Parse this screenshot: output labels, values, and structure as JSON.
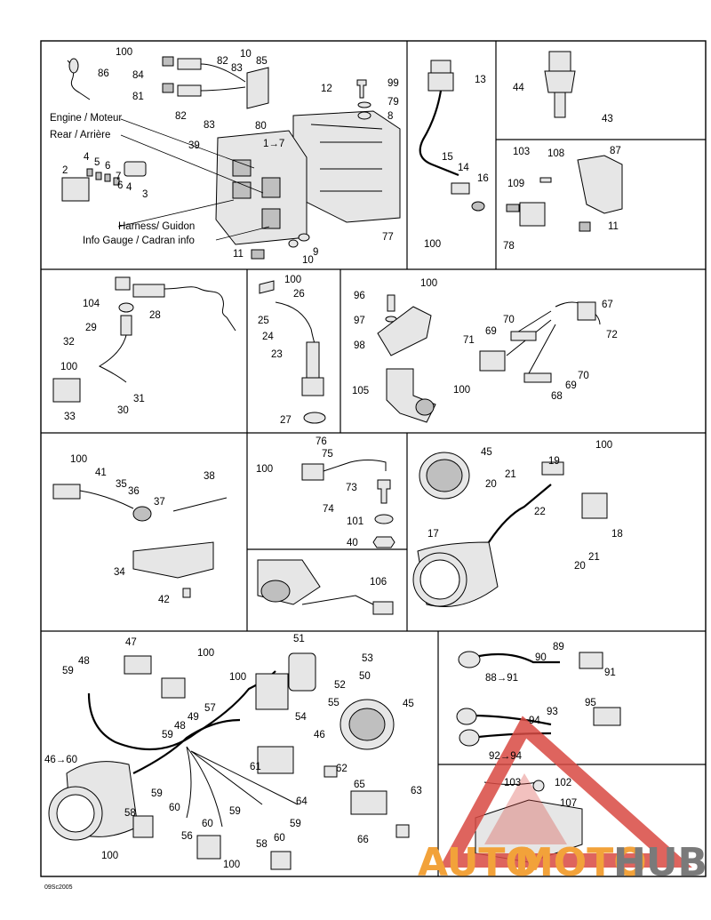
{
  "diagram_code": "09Sc2005",
  "watermark": {
    "part1": "AUTO",
    "part2": "MOTO",
    "part3": "HUB"
  },
  "labels": {
    "engine": "Engine / Moteur",
    "rear": "Rear / Arrière",
    "harness": "Harness/ Guidon",
    "info_gauge": "Info Gauge / Cadran info"
  },
  "sections": {
    "s1": {
      "callouts": [
        "100",
        "86",
        "84",
        "82",
        "83",
        "10",
        "85",
        "81",
        "82",
        "83",
        "80",
        "12",
        "99",
        "79",
        "8",
        "39",
        "1→7",
        "2",
        "4",
        "5",
        "6",
        "7",
        "6",
        "4",
        "3",
        "9",
        "10",
        "11",
        "77"
      ]
    },
    "s2": {
      "callouts": [
        "13",
        "15",
        "14",
        "16",
        "100"
      ]
    },
    "s3": {
      "callouts": [
        "44",
        "43"
      ]
    },
    "s4": {
      "callouts": [
        "103",
        "108",
        "87",
        "109",
        "78",
        "11"
      ]
    },
    "s5": {
      "callouts": [
        "104",
        "28",
        "29",
        "32",
        "100",
        "31",
        "30",
        "33"
      ]
    },
    "s6": {
      "callouts": [
        "100",
        "26",
        "25",
        "24",
        "23",
        "27"
      ]
    },
    "s7": {
      "callouts": [
        "96",
        "100",
        "97",
        "98",
        "105"
      ]
    },
    "s8": {
      "callouts": [
        "67",
        "70",
        "69",
        "72",
        "71",
        "70",
        "69",
        "100",
        "68"
      ]
    },
    "s9": {
      "callouts": [
        "100",
        "41",
        "35",
        "36",
        "37",
        "38",
        "34",
        "42"
      ]
    },
    "s10": {
      "callouts": [
        "76",
        "75",
        "100",
        "73",
        "74",
        "101",
        "40"
      ]
    },
    "s11": {
      "callouts": [
        "45",
        "100",
        "19",
        "21",
        "20",
        "22",
        "18",
        "17",
        "21",
        "20"
      ]
    },
    "s12": {
      "callouts": [
        "106"
      ]
    },
    "s13": {
      "callouts": [
        "47",
        "100",
        "100",
        "48",
        "59",
        "57",
        "49",
        "59",
        "48",
        "51",
        "53",
        "52",
        "50",
        "55",
        "54",
        "45",
        "46",
        "61",
        "62",
        "65",
        "63",
        "46→60",
        "59",
        "60",
        "58",
        "60",
        "59",
        "56",
        "60",
        "59",
        "100",
        "58",
        "100",
        "66",
        "64"
      ]
    },
    "s14": {
      "callouts": [
        "89",
        "90",
        "91",
        "88→91",
        "95",
        "94",
        "93",
        "92→94"
      ]
    },
    "s15": {
      "callouts": [
        "103",
        "102",
        "107"
      ]
    }
  },
  "colors": {
    "watermark_red": "#d94a43",
    "watermark_orange": "#f2a23a",
    "watermark_grey": "#7a7a7a"
  }
}
